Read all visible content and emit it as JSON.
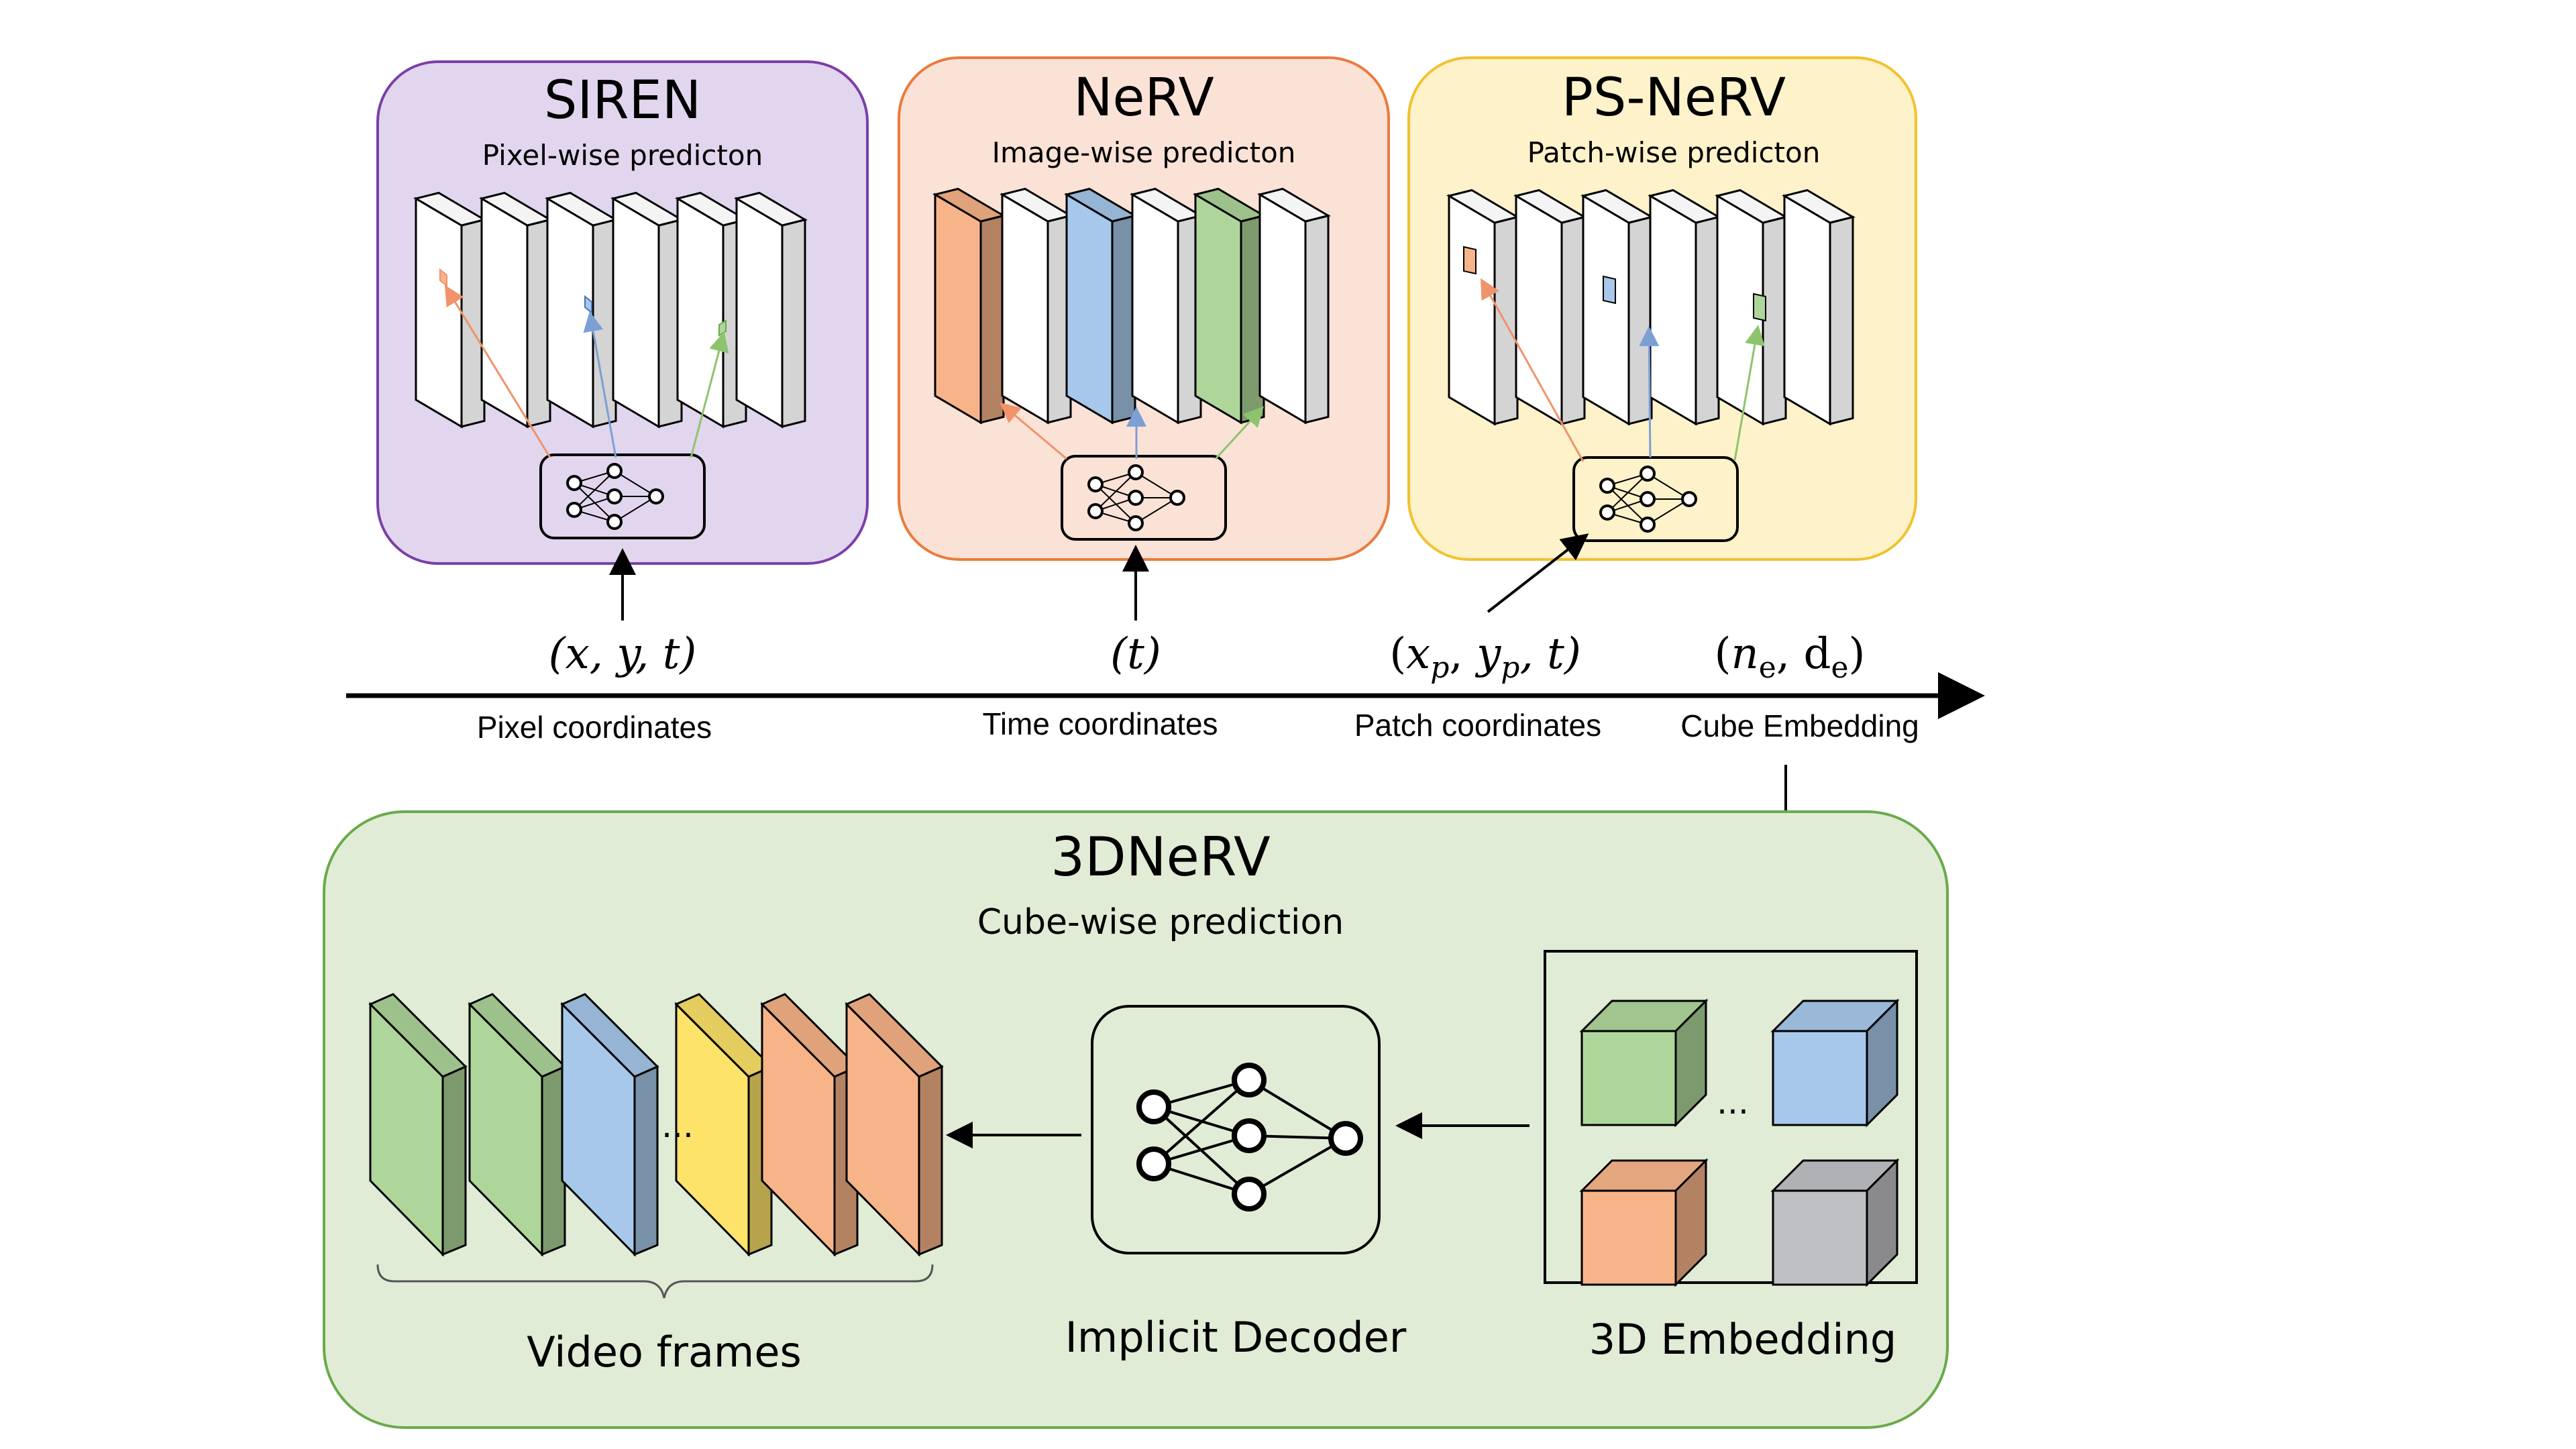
{
  "panels": {
    "siren": {
      "title": "SIREN",
      "subtitle": "Pixel-wise predicton",
      "bg": "#e2d6ee",
      "border": "#7b3fa8"
    },
    "nerv": {
      "title": "NeRV",
      "subtitle": "Image-wise predicton",
      "bg": "#fbe2d6",
      "border": "#ea7b3c"
    },
    "psnerv": {
      "title": "PS-NeRV",
      "subtitle": "Patch-wise predicton",
      "bg": "#fdf2c9",
      "border": "#f2c12e"
    }
  },
  "axis": {
    "inputs": {
      "pixel": "(x, y, t)",
      "time": "(t)",
      "patch": {
        "open": "(",
        "x": "x",
        "xsub": "p",
        "y": "y",
        "ysub": "p",
        "rest": ", t)"
      },
      "cube": {
        "open": "(",
        "n": "n",
        "nsub": "e",
        "d": "d",
        "dsub": "e",
        "close": ")"
      }
    },
    "labels": {
      "pixel": "Pixel coordinates",
      "time": "Time coordinates",
      "patch": "Patch coordinates",
      "cube": "Cube Embedding"
    }
  },
  "nerv3d": {
    "title": "3DNeRV",
    "subtitle": "Cube-wise prediction",
    "bg": "#e1ecd6",
    "border": "#6aaa4a",
    "frames_label": "Video frames",
    "decoder_label": "Implicit Decoder",
    "embedding_label": "3D Embedding",
    "ellipsis": "..."
  },
  "colors": {
    "orange": "#f8b489",
    "blue": "#a7c8ea",
    "green": "#aed69a",
    "yellow": "#fde36a",
    "gray": "#bfc0c4"
  }
}
